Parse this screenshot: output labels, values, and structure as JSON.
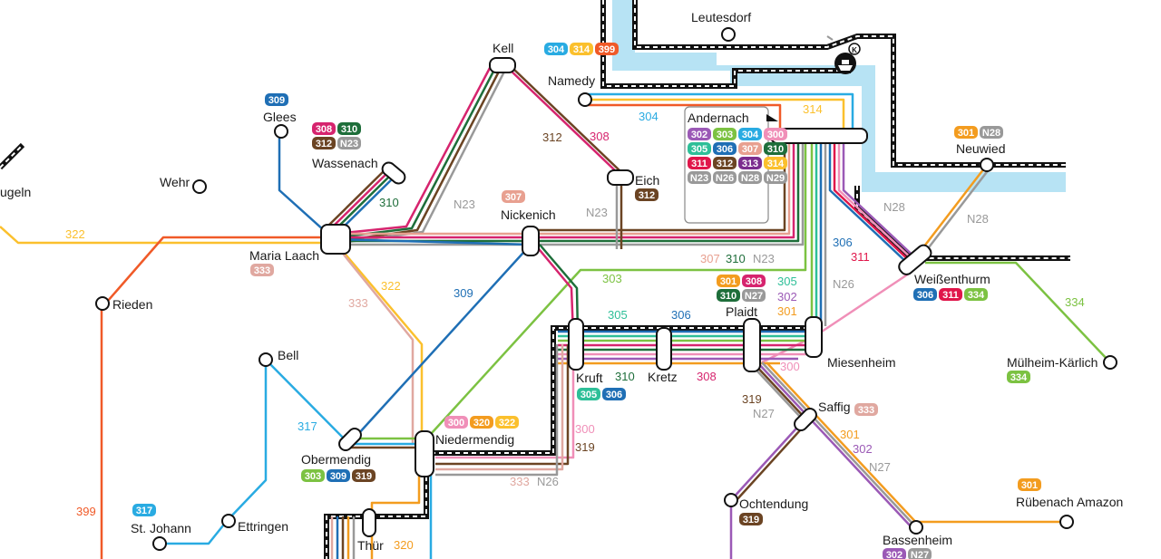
{
  "colors": {
    "water": "#b7e3f4",
    "rail": "#111111",
    "r300": "#f08fb8",
    "r301": "#f39c1f",
    "r302": "#9b59b6",
    "r303": "#7cc242",
    "r304": "#29abe2",
    "r305": "#2ebf98",
    "r306": "#1f6fb5",
    "r307": "#e8a090",
    "r308": "#d6246e",
    "r309": "#1f6fb5",
    "r310": "#1e6e3a",
    "r311": "#e0164a",
    "r312": "#6b4423",
    "r313": "#7b2d8e",
    "r314": "#fbc02d",
    "r317": "#29abe2",
    "r319": "#6b4423",
    "r320": "#f39c1f",
    "r322": "#fbc02d",
    "r333": "#e0a8a0",
    "r334": "#7cc242",
    "r399": "#f05a28",
    "rN": "#999999"
  },
  "stations": [
    {
      "id": "leutesdorf",
      "name": "Leutesdorf"
    },
    {
      "id": "kell",
      "name": "Kell"
    },
    {
      "id": "namedy",
      "name": "Namedy"
    },
    {
      "id": "andernach",
      "name": "Andernach"
    },
    {
      "id": "glees",
      "name": "Glees"
    },
    {
      "id": "wassenach",
      "name": "Wassenach"
    },
    {
      "id": "eich",
      "name": "Eich"
    },
    {
      "id": "neuwied",
      "name": "Neuwied"
    },
    {
      "id": "wehr",
      "name": "Wehr"
    },
    {
      "id": "niederzissen",
      "name": "ugeln"
    },
    {
      "id": "nickenich",
      "name": "Nickenich"
    },
    {
      "id": "marialaach",
      "name": "Maria Laach"
    },
    {
      "id": "weissenthurm",
      "name": "Weißenthurm"
    },
    {
      "id": "rieden",
      "name": "Rieden"
    },
    {
      "id": "plaidt",
      "name": "Plaidt"
    },
    {
      "id": "muelheim",
      "name": "Mülheim-Kärlich"
    },
    {
      "id": "bell",
      "name": "Bell"
    },
    {
      "id": "miesenheim",
      "name": "Miesenheim"
    },
    {
      "id": "kruft",
      "name": "Kruft"
    },
    {
      "id": "kretz",
      "name": "Kretz"
    },
    {
      "id": "saffig",
      "name": "Saffig"
    },
    {
      "id": "obermendig",
      "name": "Obermendig"
    },
    {
      "id": "niedermendig",
      "name": "Niedermendig"
    },
    {
      "id": "ochtendung",
      "name": "Ochtendung"
    },
    {
      "id": "ruebenach",
      "name": "Rübenach Amazon"
    },
    {
      "id": "stjohann",
      "name": "St. Johann"
    },
    {
      "id": "ettringen",
      "name": "Ettringen"
    },
    {
      "id": "thuer",
      "name": "Thür"
    },
    {
      "id": "bassenheim",
      "name": "Bassenheim"
    }
  ],
  "badges": {
    "namedy": [
      "304",
      "314",
      "399"
    ],
    "andernach": [
      "302",
      "303",
      "304",
      "300",
      "305",
      "306",
      "307",
      "310",
      "311",
      "312",
      "313",
      "314",
      "N23",
      "N26",
      "N28",
      "N29"
    ],
    "glees": [
      "309"
    ],
    "wassenach": [
      "308",
      "310",
      "312",
      "N23"
    ],
    "eich": [
      "312"
    ],
    "neuwied": [
      "301",
      "N28"
    ],
    "nickenich": [
      "307"
    ],
    "marialaach": [
      "333"
    ],
    "weissenthurm": [
      "306",
      "311",
      "334"
    ],
    "plaidt": [
      "301",
      "308",
      "310",
      "N27"
    ],
    "muelheim": [
      "334"
    ],
    "kruft": [
      "305",
      "306"
    ],
    "saffig": [
      "333"
    ],
    "niedermendig": [
      "300",
      "320",
      "322"
    ],
    "obermendig": [
      "303",
      "309",
      "319"
    ],
    "ochtendung": [
      "319"
    ],
    "ruebenach": [
      "301"
    ],
    "stjohann": [
      "317"
    ],
    "bassenheim": [
      "302",
      "N27"
    ]
  },
  "route_labels": [
    {
      "id": "304a",
      "text": "304"
    },
    {
      "id": "314a",
      "text": "314"
    },
    {
      "id": "312a",
      "text": "312"
    },
    {
      "id": "308a",
      "text": "308"
    },
    {
      "id": "310a",
      "text": "310"
    },
    {
      "id": "N23a",
      "text": "N23"
    },
    {
      "id": "N23b",
      "text": "N23"
    },
    {
      "id": "322a",
      "text": "322"
    },
    {
      "id": "N28a",
      "text": "N28"
    },
    {
      "id": "N28b",
      "text": "N28"
    },
    {
      "id": "306a",
      "text": "306"
    },
    {
      "id": "311a",
      "text": "311"
    },
    {
      "id": "307a",
      "text": "307"
    },
    {
      "id": "310b",
      "text": "310"
    },
    {
      "id": "N23c",
      "text": "N23"
    },
    {
      "id": "333a",
      "text": "333"
    },
    {
      "id": "322b",
      "text": "322"
    },
    {
      "id": "309a",
      "text": "309"
    },
    {
      "id": "303a",
      "text": "303"
    },
    {
      "id": "305a",
      "text": "305"
    },
    {
      "id": "302a",
      "text": "302"
    },
    {
      "id": "301a",
      "text": "301"
    },
    {
      "id": "N26a",
      "text": "N26"
    },
    {
      "id": "334a",
      "text": "334"
    },
    {
      "id": "305b",
      "text": "305"
    },
    {
      "id": "306b",
      "text": "306"
    },
    {
      "id": "300a",
      "text": "300"
    },
    {
      "id": "310c",
      "text": "310"
    },
    {
      "id": "308b",
      "text": "308"
    },
    {
      "id": "319a",
      "text": "319"
    },
    {
      "id": "N27a",
      "text": "N27"
    },
    {
      "id": "301b",
      "text": "301"
    },
    {
      "id": "302b",
      "text": "302"
    },
    {
      "id": "N27b",
      "text": "N27"
    },
    {
      "id": "317a",
      "text": "317"
    },
    {
      "id": "300b",
      "text": "300"
    },
    {
      "id": "319b",
      "text": "319"
    },
    {
      "id": "333b",
      "text": "333"
    },
    {
      "id": "N26b",
      "text": "N26"
    },
    {
      "id": "399a",
      "text": "399"
    },
    {
      "id": "320a",
      "text": "320"
    }
  ]
}
